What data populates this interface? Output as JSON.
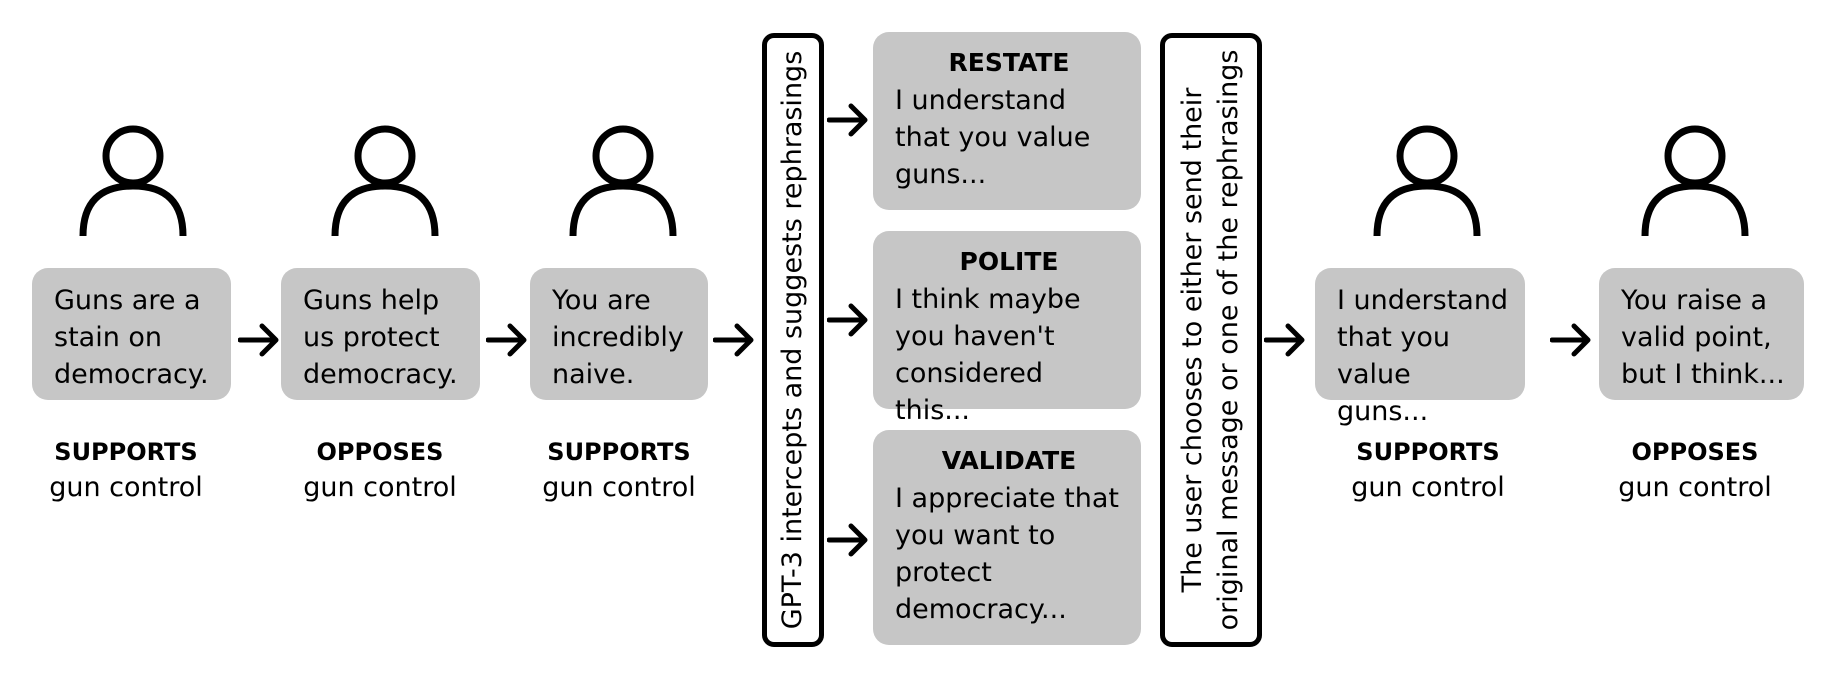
{
  "participants": [
    {
      "message": "Guns are a\nstain on\ndemocracy.",
      "stance": "SUPPORTS",
      "topic": "gun control"
    },
    {
      "message": "Guns help\nus protect\ndemocracy.",
      "stance": "OPPOSES",
      "topic": "gun control"
    },
    {
      "message": "You are\nincredibly\nnaive.",
      "stance": "SUPPORTS",
      "topic": "gun control"
    },
    {
      "message": "I understand\nthat you value\nguns...",
      "stance": "SUPPORTS",
      "topic": "gun control"
    },
    {
      "message": "You raise a\nvalid point,\nbut I think...",
      "stance": "OPPOSES",
      "topic": "gun control"
    }
  ],
  "gpt_box": {
    "line1": "GPT-3 intercepts and suggests rephrasings"
  },
  "rephrasings": [
    {
      "title": "RESTATE",
      "text": "I understand\nthat you value\nguns..."
    },
    {
      "title": "POLITE",
      "text": "I think maybe\nyou haven't\nconsidered this..."
    },
    {
      "title": "VALIDATE",
      "text": "I appreciate that\nyou want to\nprotect\ndemocracy..."
    }
  ],
  "choice_box": {
    "line1": "The user chooses to either send their",
    "line2": "original message or one of the rephrasings"
  },
  "icons": {
    "person": "person-icon",
    "arrow": "arrow-right-icon"
  },
  "colors": {
    "bubble": "#c6c6c6",
    "stroke": "#000000"
  }
}
